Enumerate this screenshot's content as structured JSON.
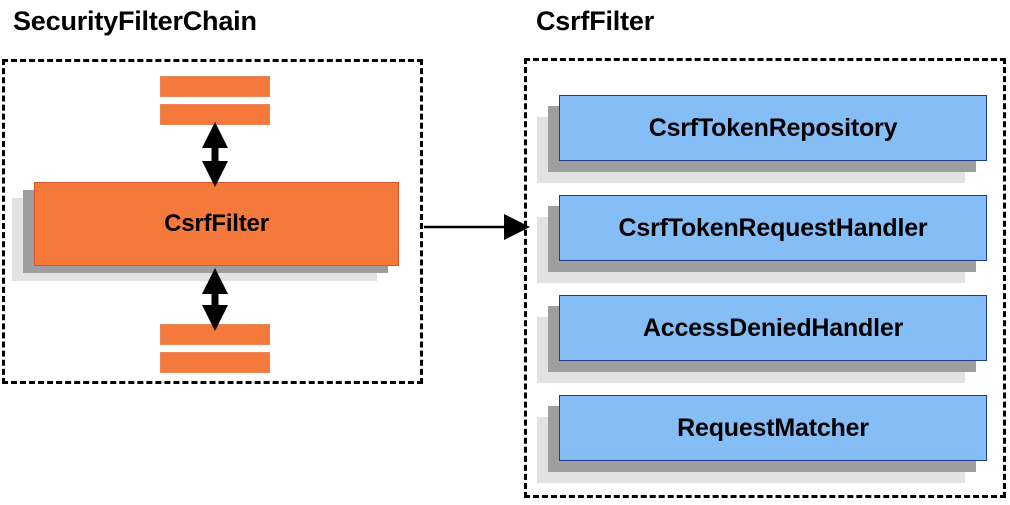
{
  "diagram": {
    "title_left": "SecurityFilterChain",
    "title_right": "CsrfFilter",
    "colors": {
      "orange_fill": "#F4793B",
      "orange_border": "#D9532A",
      "blue_fill": "#85BDF7",
      "blue_border": "#1F3C8C",
      "shadow_near": "#9E9E9E",
      "shadow_far": "#E2E2E2",
      "panel_border": "#000000",
      "text": "#000000"
    }
  },
  "left_panel": {
    "label": "SecurityFilterChain",
    "highlighted_filter": "CsrfFilter",
    "filters_above_count": 2,
    "filters_below_count": 2,
    "arrow_above": "double-headed-vertical",
    "arrow_below": "double-headed-vertical"
  },
  "right_panel": {
    "label": "CsrfFilter",
    "collaborators": [
      {
        "name": "CsrfTokenRepository"
      },
      {
        "name": "CsrfTokenRequestHandler"
      },
      {
        "name": "AccessDeniedHandler"
      },
      {
        "name": "RequestMatcher"
      }
    ]
  },
  "connector": {
    "from": "CsrfFilter",
    "to": "CsrfFilter detail panel",
    "style": "single-headed-horizontal-arrow"
  }
}
